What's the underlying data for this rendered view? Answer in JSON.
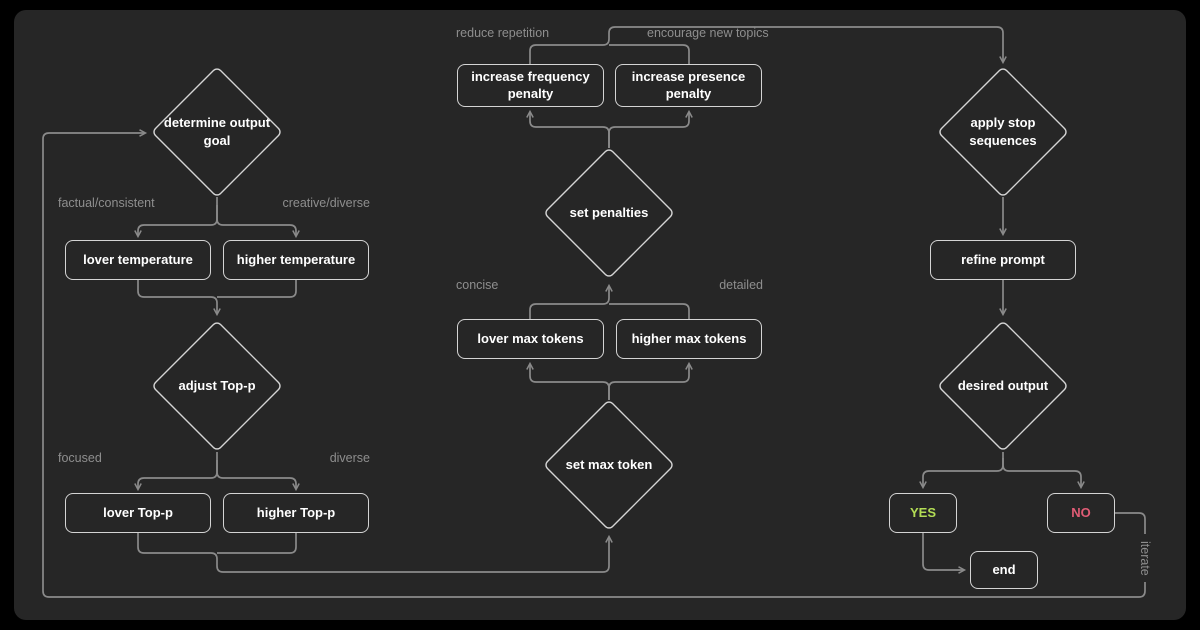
{
  "colors": {
    "bg": "#000000",
    "panel": "#262626",
    "edge": "#8a8a8a",
    "node-border": "#d4d4d4",
    "node-text": "#ffffff",
    "label": "#8e8e8e",
    "yes": "#b3dd55",
    "no": "#e05c75"
  },
  "nodes": {
    "determine_goal": "determine output goal",
    "lower_temperature": "lover temperature",
    "higher_temperature": "higher temperature",
    "adjust_top_p": "adjust Top-p",
    "lower_top_p": "lover Top-p",
    "higher_top_p": "higher Top-p",
    "increase_frequency_penalty": "increase frequency penalty",
    "increase_presence_penalty": "increase presence penalty",
    "set_penalties": "set penalties",
    "lower_max_tokens": "lover max tokens",
    "higher_max_tokens": "higher max tokens",
    "set_max_token": "set max token",
    "apply_stop_sequences": "apply stop sequences",
    "refine_prompt": "refine prompt",
    "desired_output": "desired output",
    "yes": "YES",
    "no": "NO",
    "end": "end"
  },
  "edge_labels": {
    "reduce_repetition": "reduce repetition",
    "encourage_new_topics": "encourage new topics",
    "factual_consistent": "factual/consistent",
    "creative_diverse": "creative/diverse",
    "focused": "focused",
    "diverse": "diverse",
    "concise": "concise",
    "detailed": "detailed",
    "iterate": "iterate"
  }
}
